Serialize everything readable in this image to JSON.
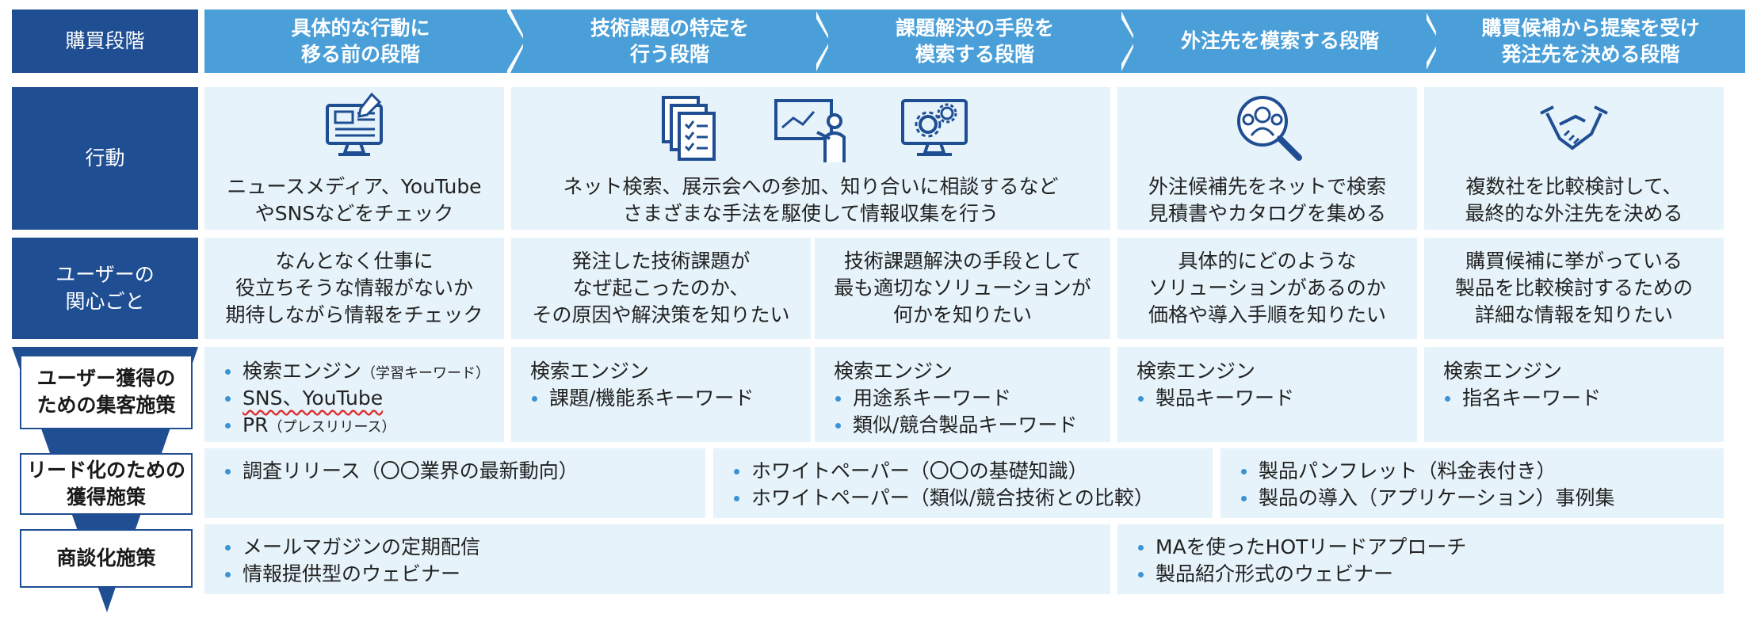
{
  "row_labels": {
    "stage": "購買段階",
    "action": "行動",
    "interest": "ユーザーの\n関心ごと",
    "acquisition": "ユーザー獲得の\nための集客施策",
    "lead": "リード化のための\n獲得施策",
    "deal": "商談化施策"
  },
  "stages": [
    "具体的な行動に\n移る前の段階",
    "技術課題の特定を\n行う段階",
    "課題解決の手段を\n模索する段階",
    "外注先を模索する段階",
    "購買候補から提案を受け\n発注先を決める段階"
  ],
  "actions": [
    {
      "icon": "news-computer-icon",
      "text": "ニュースメディア、YouTube\nやSNSなどをチェック"
    },
    {
      "icons": [
        "documents-icon",
        "presentation-icon",
        "computer-gears-icon"
      ],
      "text": "ネット検索、展示会への参加、知り合いに相談するなど\nさまざまな手法を駆使して情報収集を行う"
    },
    {
      "icon": "people-search-icon",
      "text": "外注候補先をネットで検索\n見積書やカタログを集める"
    },
    {
      "icon": "handshake-icon",
      "text": "複数社を比較検討して、\n最終的な外注先を決める"
    }
  ],
  "interests": [
    "なんとなく仕事に\n役立ちそうな情報がないか\n期待しながら情報をチェック",
    "発注した技術課題が\nなぜ起こったのか、\nその原因や解決策を知りたい",
    "技術課題解決の手段として\n最も適切なソリューションが\n何かを知りたい",
    "具体的にどのような\nソリューションがあるのか\n価格や導入手順を知りたい",
    "購買候補に挙がっている\n製品を比較検討するための\n詳細な情報を知りたい"
  ],
  "acquisition": {
    "col1": [
      {
        "main": "検索エンジン",
        "note": "（学習キーワード）"
      },
      {
        "main": "SNS、YouTube",
        "note": ""
      },
      {
        "main": "PR",
        "note": "（プレスリリース）"
      }
    ],
    "col2": {
      "head": "検索エンジン",
      "items": [
        "課題/機能系キーワード"
      ]
    },
    "col3": {
      "head": "検索エンジン",
      "items": [
        "用途系キーワード",
        "類似/競合製品キーワード"
      ]
    },
    "col4": {
      "head": "検索エンジン",
      "items": [
        "製品キーワード"
      ]
    },
    "col5": {
      "head": "検索エンジン",
      "items": [
        "指名キーワード"
      ]
    }
  },
  "lead": {
    "a": [
      "調査リリース（〇〇業界の最新動向）"
    ],
    "b": [
      "ホワイトペーパー（〇〇の基礎知識）",
      "ホワイトペーパー（類似/競合技術との比較）"
    ],
    "c": [
      "製品パンフレット（料金表付き）",
      "製品の導入（アプリケーション）事例集"
    ]
  },
  "deal": {
    "a": [
      "メールマガジンの定期配信",
      "情報提供型のウェビナー"
    ],
    "b": [
      "MAを使ったHOTリードアプローチ",
      "製品紹介形式のウェビナー"
    ]
  },
  "colors": {
    "dark_blue": "#1f4e93",
    "stage_blue": "#4a9fd9",
    "cell_bg": "#e6f3fa",
    "bullet": "#3a93d4"
  }
}
